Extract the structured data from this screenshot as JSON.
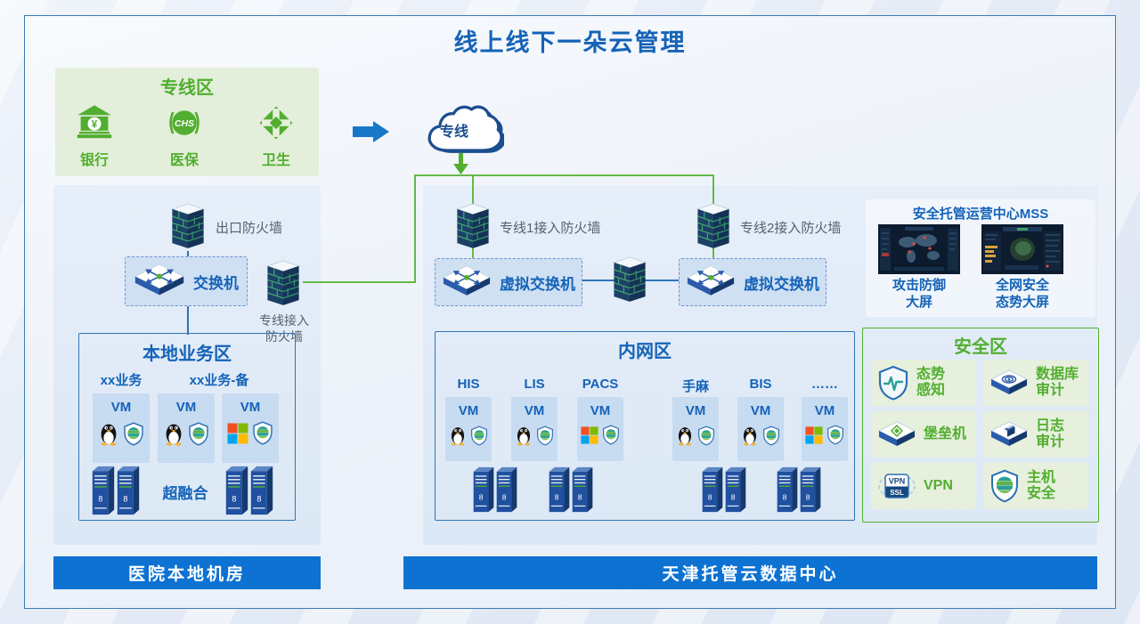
{
  "colors": {
    "accent_blue": "#1563b8",
    "accent_green": "#52ae30",
    "banner_blue": "#0d72d2",
    "line_green": "#64b94a",
    "line_blue": "#2e75b6"
  },
  "title": "线上线下一朵云管理",
  "dedicated_line_zone": {
    "title": "专线区",
    "items": [
      {
        "label": "银行",
        "icon": "bank-icon"
      },
      {
        "label": "医保",
        "icon": "medical-insurance-chs-icon"
      },
      {
        "label": "卫生",
        "icon": "health-cross-icon"
      }
    ]
  },
  "cloud": {
    "label": "专线"
  },
  "hospital": {
    "exit_firewall": "出口防火墙",
    "switch": "交换机",
    "line_access_firewall": "专线接入\n防火墙",
    "local_business_zone": {
      "title": "本地业务区",
      "group_labels": [
        "xx业务",
        "xx业务-备"
      ],
      "vm_label": "VM",
      "vms": [
        {
          "os": "linux"
        },
        {
          "os": "linux"
        },
        {
          "os": "windows"
        }
      ],
      "hyperconverged": "超融合"
    },
    "banner": "医院本地机房"
  },
  "datacenter": {
    "firewall1": "专线1接入防火墙",
    "firewall2": "专线2接入防火墙",
    "vswitch1": "虚拟交换机",
    "vswitch2": "虚拟交换机",
    "mss": {
      "title": "安全托管运营中心MSS",
      "screens": [
        {
          "label": "攻击防御\n大屏",
          "icon": "attack-defense-dashboard"
        },
        {
          "label": "全网安全\n态势大屏",
          "icon": "network-security-posture-dashboard"
        }
      ]
    },
    "intranet_zone": {
      "title": "内网区",
      "vm_label": "VM",
      "columns": [
        {
          "label": "HIS",
          "os": "linux"
        },
        {
          "label": "LIS",
          "os": "linux"
        },
        {
          "label": "PACS",
          "os": "windows"
        },
        {
          "label": "手麻",
          "os": "linux"
        },
        {
          "label": "BIS",
          "os": "linux"
        },
        {
          "label": "……",
          "os": "windows"
        }
      ]
    },
    "security_zone": {
      "title": "安全区",
      "items": [
        {
          "label": "态势\n感知",
          "icon": "situation-awareness-icon"
        },
        {
          "label": "数据库\n审计",
          "icon": "database-audit-icon"
        },
        {
          "label": "堡垒机",
          "icon": "bastion-host-icon"
        },
        {
          "label": "日志\n审计",
          "icon": "log-audit-icon"
        },
        {
          "label": "VPN",
          "icon": "vpn-ssl-icon"
        },
        {
          "label": "主机\n安全",
          "icon": "host-security-icon"
        }
      ]
    },
    "banner": "天津托管云数据中心"
  },
  "icon_texts": {
    "yuan": "¥",
    "chs": "CHS",
    "vpn": "VPN",
    "ssl": "SSL",
    "rack_unit": "8"
  }
}
